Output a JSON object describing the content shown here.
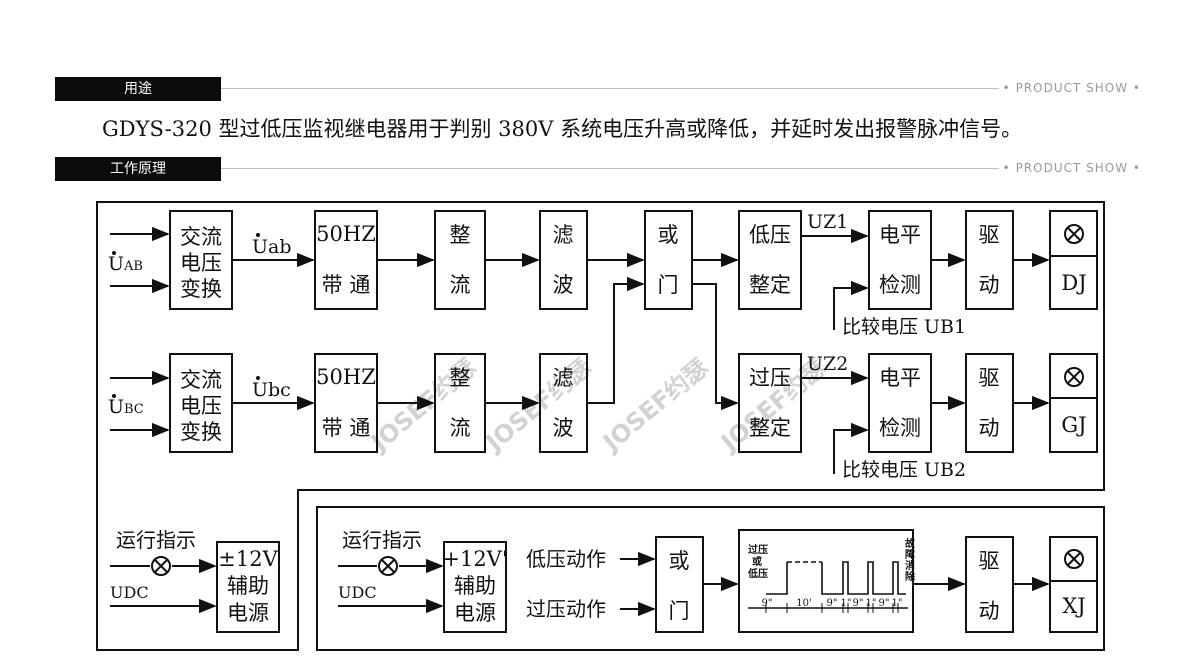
{
  "sections": [
    {
      "title": "用途",
      "tag": "PRODUCT SHOW"
    },
    {
      "title": "工作原理",
      "tag": "PRODUCT SHOW"
    }
  ],
  "description": "GDYS-320 型过低压监视继电器用于判别 380V 系统电压升高或降低，并延时发出报警脉冲信号。",
  "watermark": "JOSEF约瑟",
  "diagram": {
    "inputs": {
      "uab_in": "U",
      "uab_in_sub": "AB",
      "ubc_in": "U",
      "ubc_in_sub": "BC",
      "uab_mid": "Uab",
      "ubc_mid": "Ubc"
    },
    "ac_transform": [
      "交流",
      "电压",
      "变换"
    ],
    "bandpass": [
      "50HZ",
      "带 通"
    ],
    "rectify": [
      "整",
      "流"
    ],
    "filter": [
      "滤",
      "波"
    ],
    "or_gate": [
      "或",
      "门"
    ],
    "low_set": [
      "低压",
      "整定"
    ],
    "over_set": [
      "过压",
      "整定"
    ],
    "uz1": "UZ1",
    "uz2": "UZ2",
    "level_detect": [
      "电平",
      "检测"
    ],
    "compare1": "比较电压 UB1",
    "compare2": "比较电压 UB2",
    "drive": [
      "驱",
      "动"
    ],
    "relay_dj": "DJ",
    "relay_gj": "GJ",
    "relay_xj": "XJ",
    "run_indicator": "运行指示",
    "udc": "UDC",
    "aux_left": [
      "±12V",
      "辅助",
      "电源"
    ],
    "aux_right": [
      "+12V'",
      "辅助",
      "电源"
    ],
    "low_action": "低压动作",
    "over_action": "过压动作",
    "timing": {
      "label_left": [
        "过压",
        "或",
        "低压"
      ],
      "label_right": [
        "故",
        "障",
        "消",
        "除"
      ],
      "durations": [
        "9\"",
        "10'",
        "9\"",
        "1\"",
        "9\"",
        "1\"",
        "9\"",
        "1\""
      ]
    }
  }
}
